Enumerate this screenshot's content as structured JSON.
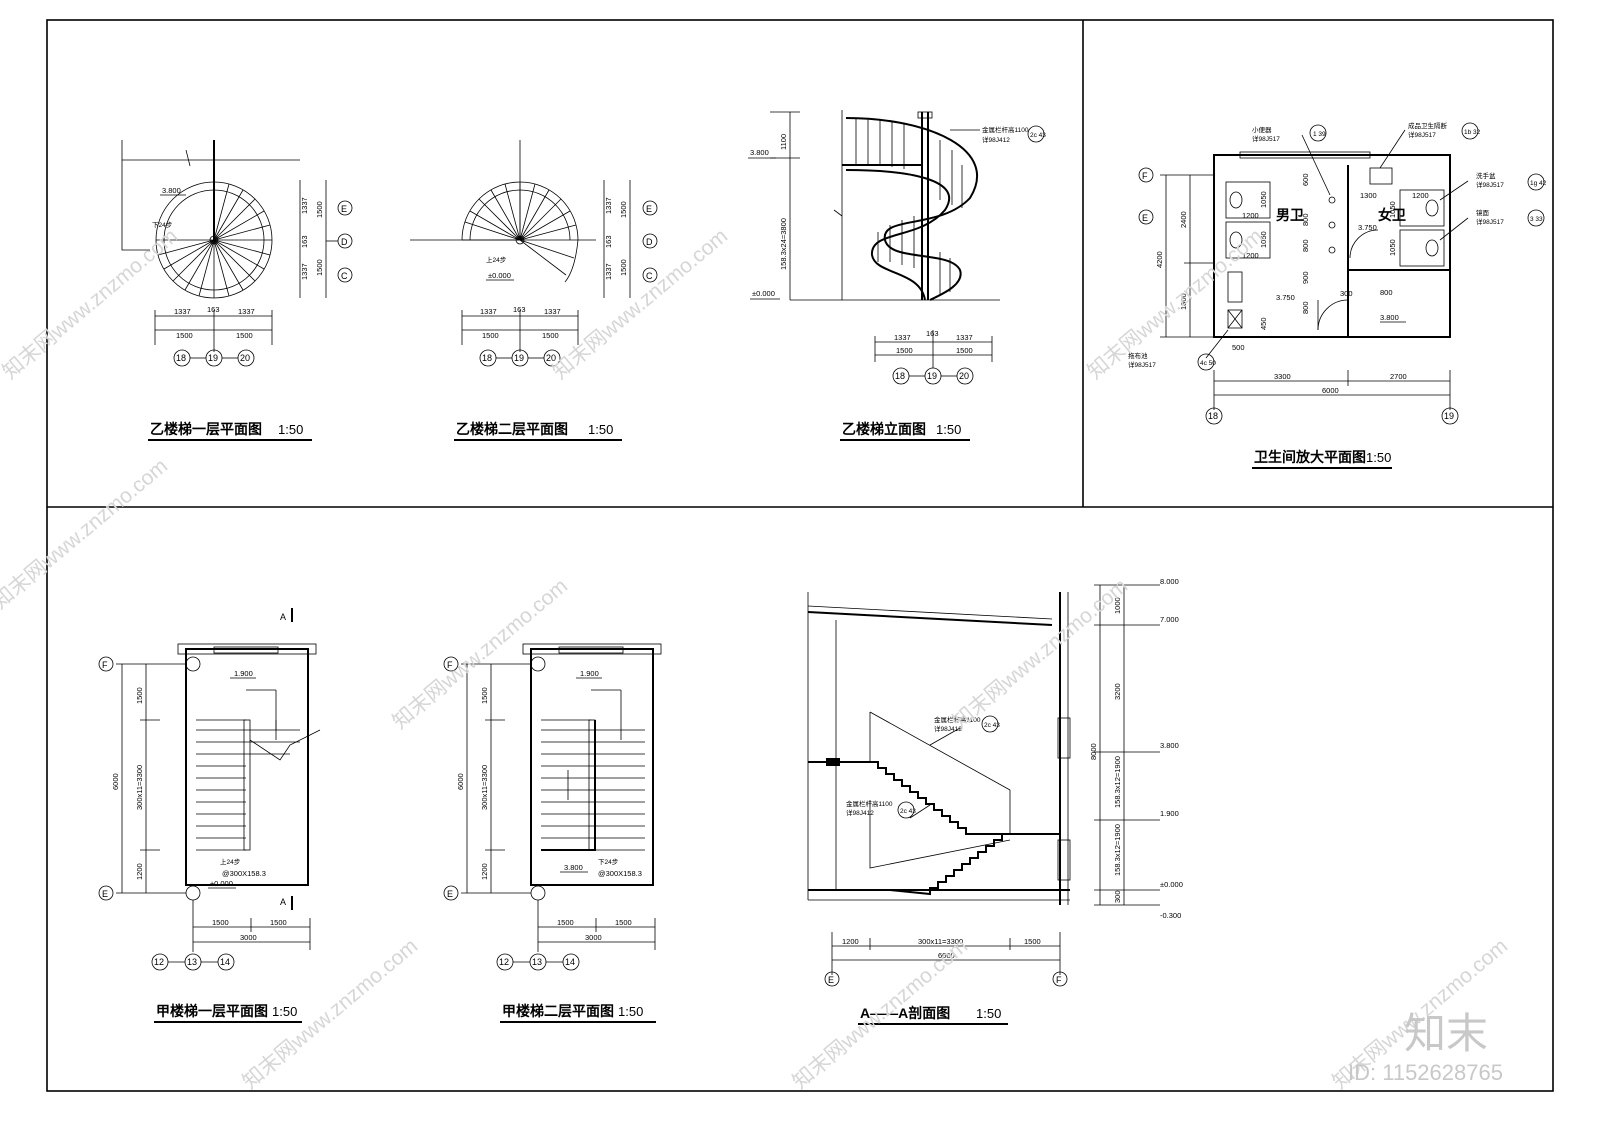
{
  "panels": {
    "spiral_first": {
      "title": "乙楼梯一层平面图",
      "scale": "1:50"
    },
    "spiral_second": {
      "title": "乙楼梯二层平面图",
      "scale": "1:50"
    },
    "spiral_elev": {
      "title": "乙楼梯立面图",
      "scale": "1:50"
    },
    "toilet": {
      "title": "卫生间放大平面图",
      "scale": "1:50"
    },
    "straight_first": {
      "title": "甲楼梯一层平面图",
      "scale": "1:50"
    },
    "straight_second": {
      "title": "甲楼梯二层平面图",
      "scale": "1:50"
    },
    "section": {
      "title": "A——A剖面图",
      "scale": "1:50"
    }
  },
  "grid_labels": {
    "e": "E",
    "d": "D",
    "c": "C",
    "f": "F",
    "g18": "18",
    "g19": "19",
    "g20": "20",
    "g12": "12",
    "g13": "13",
    "g14": "14",
    "section_mark": "A"
  },
  "dims": {
    "d1337": "1337",
    "d1500": "1500",
    "d163": "163",
    "d6000": "6000",
    "d3000": "3000",
    "d1100": "1100",
    "d158x24": "158.3x24=3800",
    "d1200": "1200",
    "d300x11": "300x11=3300",
    "d2400": "2400",
    "d4200": "4200",
    "d1800": "1800",
    "d3300": "3300",
    "d2700": "2700",
    "d1300": "1300",
    "d1050": "1050",
    "d800": "800",
    "d600": "600",
    "d900": "900",
    "d450": "450",
    "d500": "500",
    "d1000": "1000",
    "d3200": "3200",
    "d8000": "8000",
    "d300": "300",
    "d158x12": "158.3x12=1900"
  },
  "levels": {
    "l3800": "3.800",
    "l0": "±0.000",
    "l1900": "1.900",
    "l3750": "3.750",
    "l8000": "8.000",
    "l7000": "7.000",
    "lneg": "-0.300"
  },
  "stair_notes": {
    "down24": "下24步",
    "up24": "上24步",
    "tread": "@300X158.3",
    "rail": "金属栏杆高1100",
    "rail_ref": "详98J412",
    "rail_tag": "2c 43"
  },
  "toilet_labels": {
    "men": "男卫",
    "women": "女卫",
    "urinal": "小便器",
    "urinal_ref": "详98J517",
    "partition": "成品卫生隔断",
    "mirror": "镜面",
    "sink": "洗手盆",
    "mop": "拖布池",
    "tag_1_39": "1 39",
    "tag_1b_32": "1b 32",
    "tag_1g_42": "1g 42",
    "tag_3_33": "3 33",
    "tag_4c_50": "4c 50"
  },
  "watermarks": {
    "site": "知末网www.znzmo.com",
    "logo": "知末",
    "image_id": "ID: 1152628765"
  }
}
